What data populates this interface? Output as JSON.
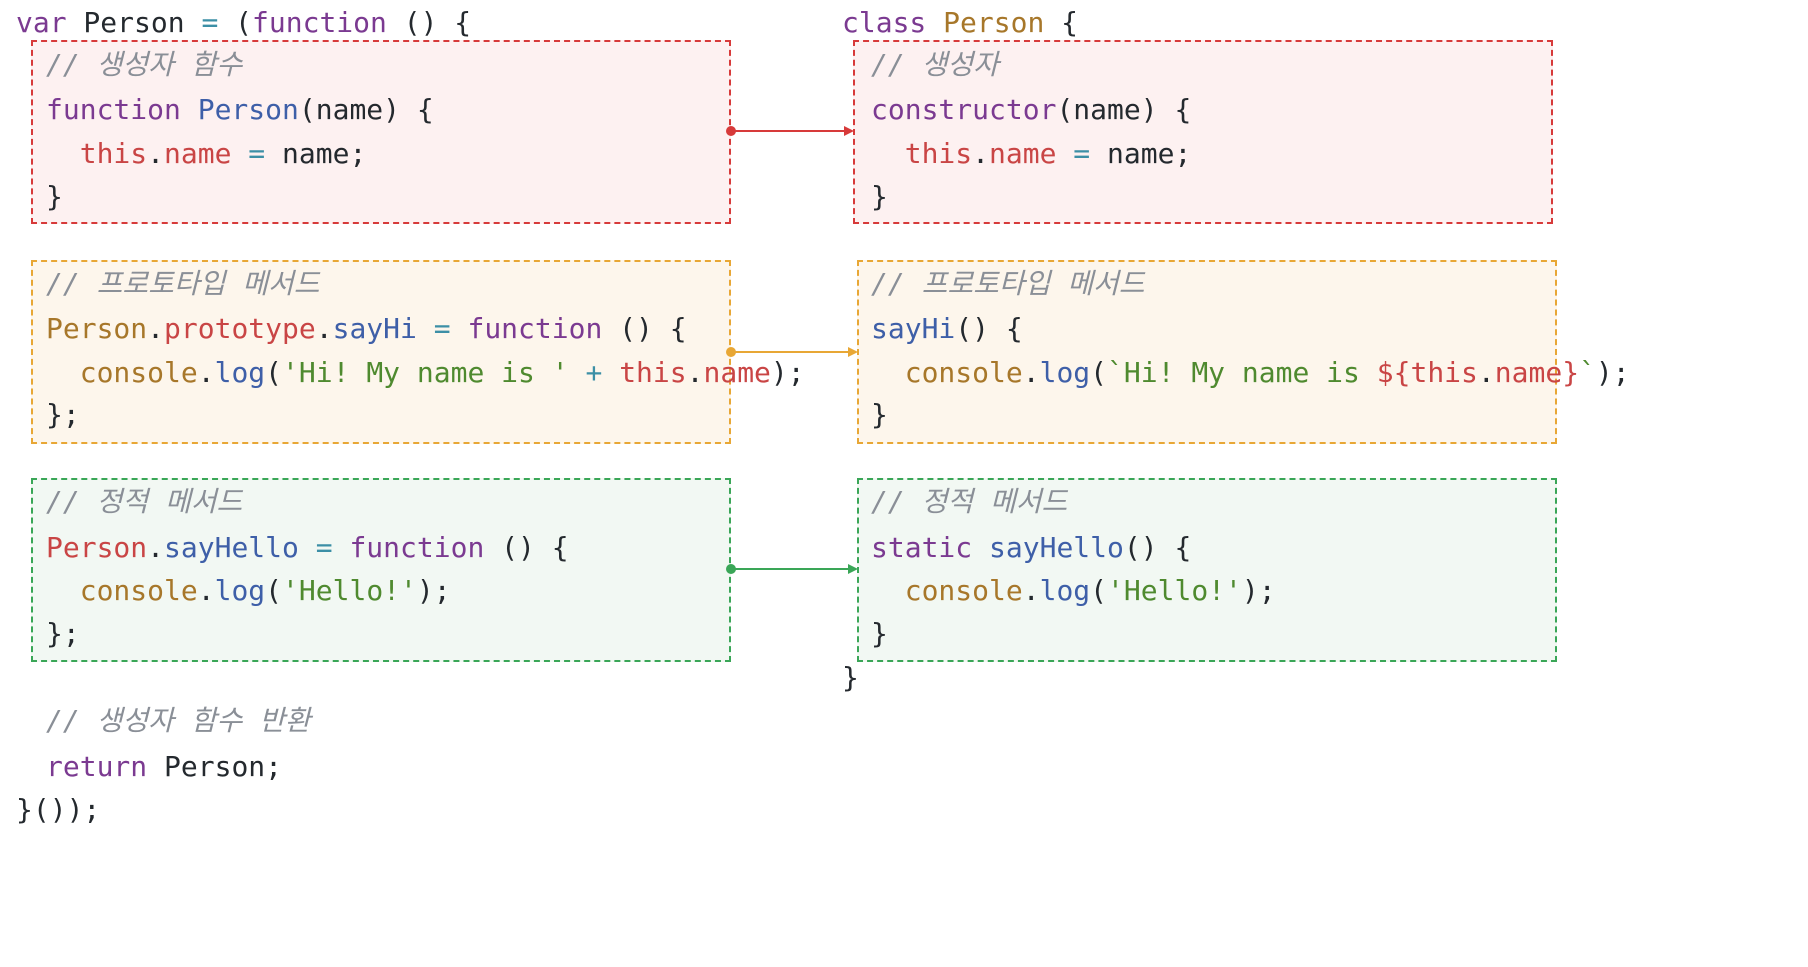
{
  "left": {
    "header": {
      "kw": "var",
      "name": " Person ",
      "op": "=",
      "rest1": " (",
      "fn": "function",
      "rest2": " () {"
    },
    "ctor": {
      "comment": "// 생성자 함수",
      "l1_kw": "function",
      "l1_name": " Person",
      "l1_rest": "(name) {",
      "l2_this": "this",
      "l2_dot": ".",
      "l2_prop": "name",
      "l2_op": " = ",
      "l2_rest": "name;",
      "l3": "}"
    },
    "proto": {
      "comment": "// 프로토타입 메서드",
      "l1_cls": "Person",
      "l1_dot": ".",
      "l1_prop": "prototype",
      "l1_dot2": ".",
      "l1_meth": "sayHi",
      "l1_op": " = ",
      "l1_kw": "function",
      "l1_rest": " () {",
      "l2_con": "console",
      "l2_dot": ".",
      "l2_meth": "log",
      "l2_p1": "(",
      "l2_str": "'Hi! My name is '",
      "l2_op": " + ",
      "l2_this": "this",
      "l2_dot2": ".",
      "l2_prop": "name",
      "l2_end": ");",
      "l3": "};"
    },
    "static": {
      "comment": "// 정적 메서드",
      "l1_cls": "Person",
      "l1_dot": ".",
      "l1_meth": "sayHello",
      "l1_op": " = ",
      "l1_kw": "function",
      "l1_rest": " () {",
      "l2_con": "console",
      "l2_dot": ".",
      "l2_meth": "log",
      "l2_p1": "(",
      "l2_str": "'Hello!'",
      "l2_end": ");",
      "l3": "};"
    },
    "ret_comment": "// 생성자 함수 반환",
    "ret_kw": "return",
    "ret_rest": " Person;",
    "footer": "}());"
  },
  "right": {
    "header": {
      "kw": "class",
      "name": "Person",
      "rest": " {"
    },
    "ctor": {
      "comment": "// 생성자",
      "l1_meth": "constructor",
      "l1_rest": "(name) {",
      "l2_this": "this",
      "l2_dot": ".",
      "l2_prop": "name",
      "l2_op": " = ",
      "l2_rest": "name;",
      "l3": "}"
    },
    "proto": {
      "comment": "// 프로토타입 메서드",
      "l1_meth": "sayHi",
      "l1_rest": "() {",
      "l2_con": "console",
      "l2_dot": ".",
      "l2_meth": "log",
      "l2_p1": "(",
      "l2_str1": "`Hi! My name is ",
      "l2_tpl_open": "${",
      "l2_this": "this",
      "l2_dot2": ".",
      "l2_prop": "name",
      "l2_tpl_close": "}",
      "l2_str2": "`",
      "l2_end": ");",
      "l3": "}"
    },
    "static": {
      "comment": "// 정적 메서드",
      "l1_kw": "static",
      "l1_meth": " sayHello",
      "l1_rest": "() {",
      "l2_con": "console",
      "l2_dot": ".",
      "l2_meth": "log",
      "l2_p1": "(",
      "l2_str": "'Hello!'",
      "l2_end": ");",
      "l3": "}"
    },
    "footer": "}"
  },
  "colors": {
    "red": "#d73a3a",
    "yellow": "#e8a735",
    "green": "#3aa657"
  }
}
